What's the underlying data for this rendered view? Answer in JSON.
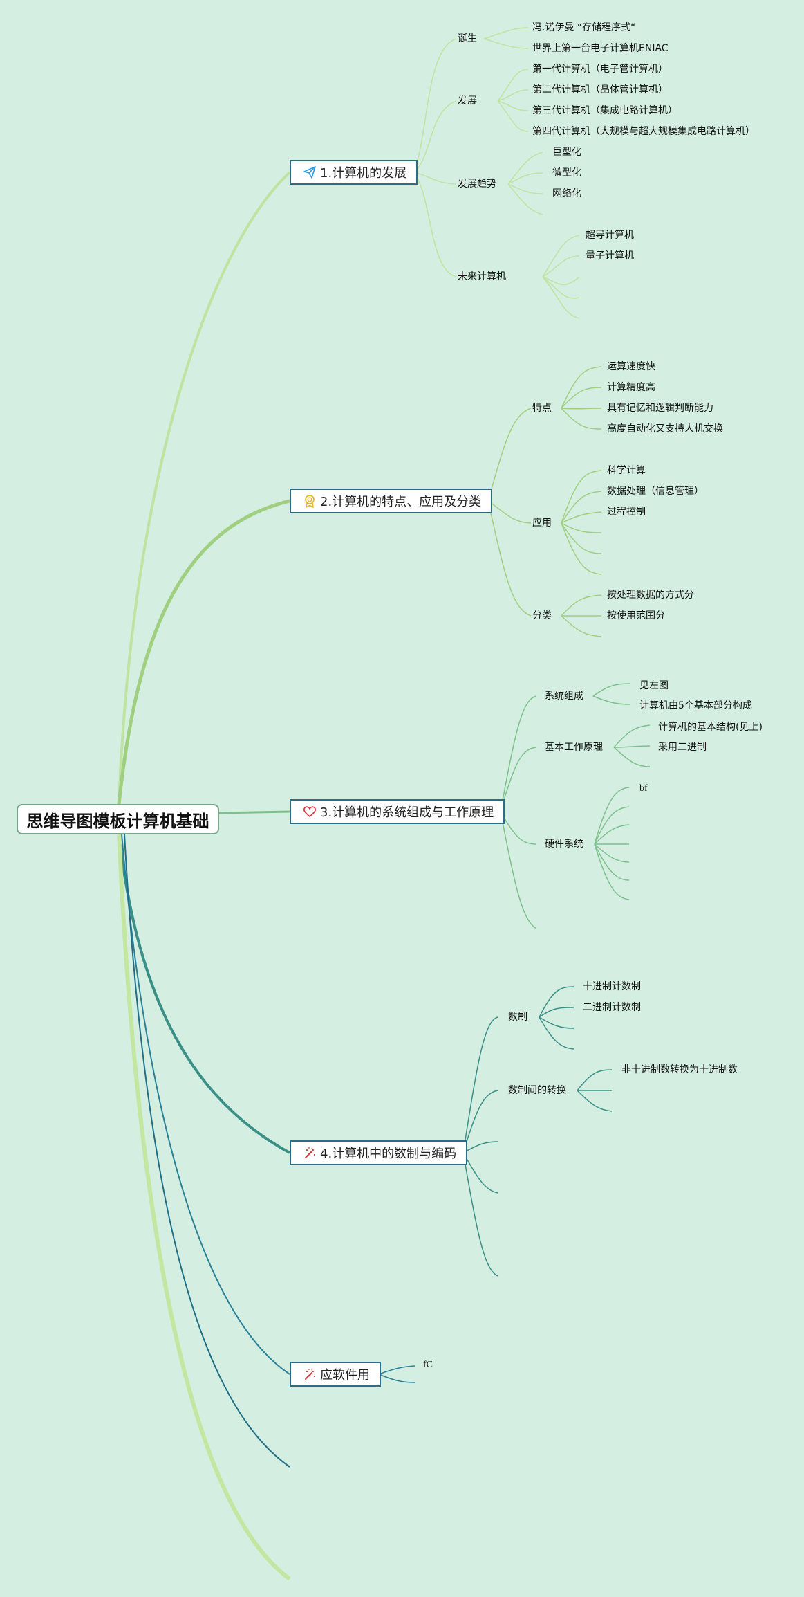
{
  "root": {
    "title": "思维导图模板计算机基础"
  },
  "topics": [
    {
      "title": "1.计算机的发展",
      "icon": "paper-plane-icon",
      "children": [
        {
          "label": "诞生",
          "leaves": [
            "冯.诺伊曼 “存储程序式“",
            "世界上第一台电子计算机ENIAC"
          ]
        },
        {
          "label": "发展",
          "leaves": [
            "第一代计算机（电子管计算机）",
            "第二代计算机（晶体管计算机）",
            "第三代计算机（集成电路计算机）",
            "第四代计算机（大规模与超大规模集成电路计算机）"
          ]
        },
        {
          "label": "发展趋势",
          "leaves": [
            "巨型化",
            "微型化",
            "网络化"
          ]
        },
        {
          "label": "未来计算机",
          "leaves": [
            "超导计算机",
            "量子计算机"
          ]
        }
      ]
    },
    {
      "title": "2.计算机的特点、应用及分类",
      "icon": "award-badge-icon",
      "children": [
        {
          "label": "特点",
          "leaves": [
            "运算速度快",
            "计算精度高",
            "具有记忆和逻辑判断能力",
            "高度自动化又支持人机交换"
          ]
        },
        {
          "label": "应用",
          "leaves": [
            "科学计算",
            "数据处理（信息管理）",
            "过程控制"
          ]
        },
        {
          "label": "分类",
          "leaves": [
            "按处理数据的方式分",
            "按使用范围分"
          ]
        }
      ]
    },
    {
      "title": "3.计算机的系统组成与工作原理",
      "icon": "heart-icon",
      "children": [
        {
          "label": "系统组成",
          "leaves": [
            "见左图",
            "计算机由5个基本部分构成"
          ]
        },
        {
          "label": "基本工作原理",
          "leaves": [
            "计算机的基本结构(见上)",
            "采用二进制"
          ]
        },
        {
          "label": "硬件系统",
          "leaves": [
            "bf"
          ]
        }
      ]
    },
    {
      "title": "4.计算机中的数制与编码",
      "icon": "magic-wand-icon",
      "children": [
        {
          "label": "数制",
          "leaves": [
            "十进制计数制",
            "二进制计数制"
          ]
        },
        {
          "label": "数制间的转换",
          "leaves": [
            "非十进制数转换为十进制数"
          ]
        }
      ]
    },
    {
      "title": "应软件用",
      "icon": "magic-wand-icon",
      "children": [
        {
          "label": "",
          "leaves": [
            "fC"
          ]
        }
      ]
    }
  ],
  "colors": {
    "background": "#d4efe2",
    "branch_light": "#bfe3a0",
    "branch_mid": "#9fcf7f",
    "branch_teal": "#3a8f86",
    "branch_dark": "#1f6f86",
    "node_border": "#2e6d86",
    "icon_blue": "#2f9ee0",
    "icon_gold": "#e8b52a",
    "icon_red": "#e0323c"
  }
}
